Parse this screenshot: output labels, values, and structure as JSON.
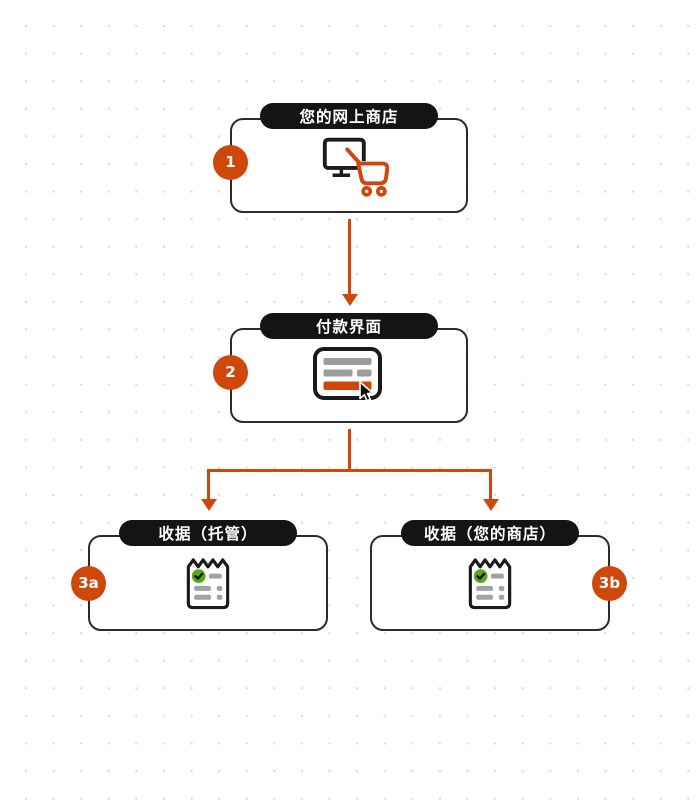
{
  "diagram": {
    "background": {
      "pattern": "dot-grid"
    },
    "nodes": [
      {
        "id": "1",
        "badge": "1",
        "badge_side": "left",
        "label": "您的网上商店",
        "icon": "monitor-cart-icon"
      },
      {
        "id": "2",
        "badge": "2",
        "badge_side": "left",
        "label": "付款界面",
        "icon": "payment-form-cursor-icon"
      },
      {
        "id": "3a",
        "badge": "3a",
        "badge_side": "left",
        "label": "收据（托管）",
        "icon": "receipt-check-icon"
      },
      {
        "id": "3b",
        "badge": "3b",
        "badge_side": "right",
        "label": "收据（您的商店）",
        "icon": "receipt-check-icon"
      }
    ],
    "edges": [
      {
        "from": "1",
        "to": "2",
        "style": "arrow-down"
      },
      {
        "from": "2",
        "to": "3a",
        "style": "branch-arrow-down"
      },
      {
        "from": "2",
        "to": "3b",
        "style": "branch-arrow-down"
      }
    ]
  },
  "colors": {
    "accent_orange": "#d0470c",
    "pill_black": "#141414",
    "box_border": "#2b2b2b",
    "icon_gray": "#9c9c9c",
    "check_green": "#58a813",
    "dot_grid": "#dedede",
    "background": "#ffffff"
  }
}
